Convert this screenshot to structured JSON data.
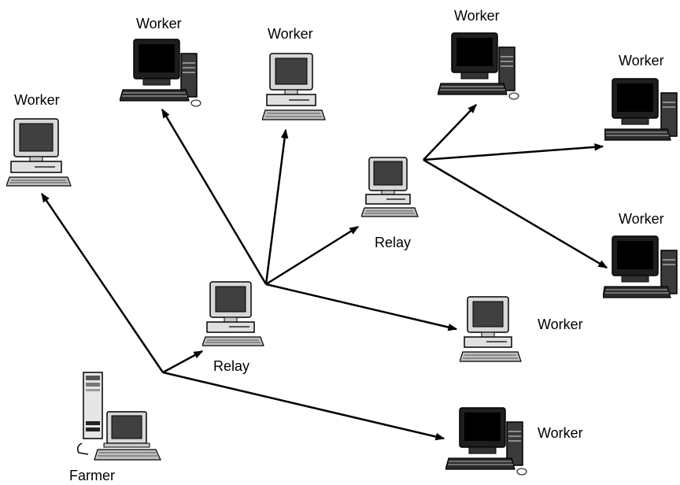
{
  "diagram": {
    "nodes": [
      {
        "id": "worker-1",
        "label": "Worker",
        "type": "light"
      },
      {
        "id": "worker-2",
        "label": "Worker",
        "type": "dark"
      },
      {
        "id": "worker-3",
        "label": "Worker",
        "type": "light"
      },
      {
        "id": "worker-4",
        "label": "Worker",
        "type": "dark"
      },
      {
        "id": "worker-5",
        "label": "Worker",
        "type": "dark"
      },
      {
        "id": "worker-6",
        "label": "Worker",
        "type": "dark"
      },
      {
        "id": "worker-7",
        "label": "Worker",
        "type": "light"
      },
      {
        "id": "worker-8",
        "label": "Worker",
        "type": "dark"
      },
      {
        "id": "relay-1",
        "label": "Relay",
        "type": "light"
      },
      {
        "id": "relay-2",
        "label": "Relay",
        "type": "light"
      },
      {
        "id": "farmer",
        "label": "Farmer",
        "type": "farmer"
      }
    ],
    "edges": [
      {
        "from": "farmer",
        "to": "worker-1"
      },
      {
        "from": "farmer",
        "to": "relay-2"
      },
      {
        "from": "farmer",
        "to": "worker-8"
      },
      {
        "from": "relay-2",
        "to": "worker-2"
      },
      {
        "from": "relay-2",
        "to": "worker-3"
      },
      {
        "from": "relay-2",
        "to": "relay-1"
      },
      {
        "from": "relay-2",
        "to": "worker-7"
      },
      {
        "from": "relay-1",
        "to": "worker-4"
      },
      {
        "from": "relay-1",
        "to": "worker-5"
      },
      {
        "from": "relay-1",
        "to": "worker-6"
      }
    ]
  }
}
